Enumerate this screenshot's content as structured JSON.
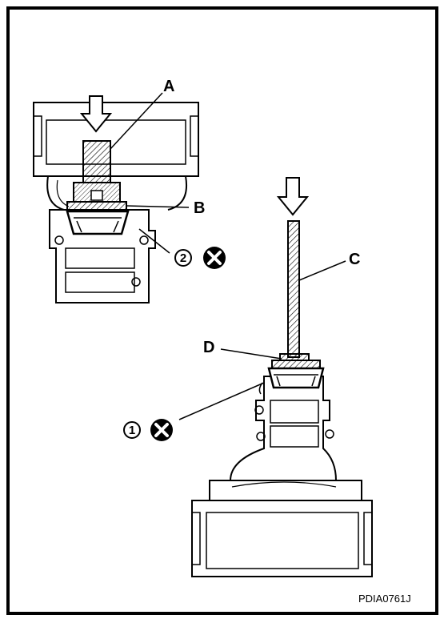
{
  "callouts": {
    "a": "A",
    "b": "B",
    "c": "C",
    "d": "D",
    "num1": "1",
    "num2": "2"
  },
  "figure_code": "PDIA0761J",
  "icons": {
    "press_arrow": "down-arrow-icon",
    "do_not_reuse": "x-mark-icon"
  },
  "colors": {
    "line": "#000000",
    "background": "#ffffff"
  }
}
